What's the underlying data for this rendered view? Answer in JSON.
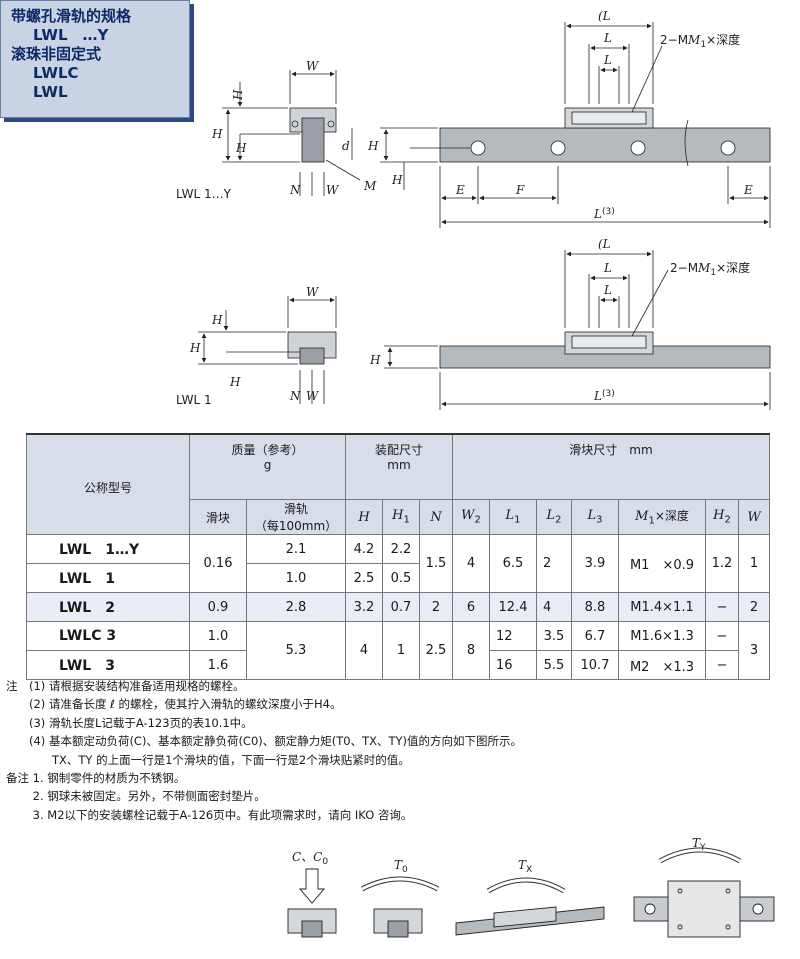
{
  "title": {
    "line1": "带螺孔滑轨的规格",
    "line2": "LWL　…Y",
    "line3": "滚珠非固定式",
    "line4": "LWLC",
    "line5": "LWL"
  },
  "drawing_top": {
    "label": "LWL 1…Y",
    "dims": {
      "W2": "W",
      "H2": "H",
      "H": "H",
      "H1": "H",
      "d3": "d",
      "N": "N",
      "W": "W",
      "M2": "M",
      "L1": "(L",
      "L3": "L",
      "L2": "L",
      "M1_note": "2−M",
      "M1_tail": "×深度",
      "H4": "H",
      "H5": "H",
      "E": "E",
      "F": "F",
      "L": "L",
      "L_sup": "(3)"
    }
  },
  "drawing_bottom": {
    "label": "LWL 1"
  },
  "table": {
    "header": {
      "model": "公称型号",
      "mass": "质量（参考）",
      "mass_unit": "g",
      "slider": "滑块",
      "rail": "滑轨",
      "rail_sub": "（每100mm）",
      "assembly": "装配尺寸",
      "assembly_unit": "mm",
      "block": "滑块尺寸　mm",
      "H": "H",
      "H1": "H",
      "H1s": "1",
      "N": "N",
      "W2": "W",
      "W2s": "2",
      "L1": "L",
      "L1s": "1",
      "L2": "L",
      "L2s": "2",
      "L3": "L",
      "L3s": "3",
      "M1": "M",
      "M1s": "1",
      "M1t": "×深度",
      "H2": "H",
      "H2s": "2",
      "W": "W"
    },
    "rows": [
      {
        "model": "LWL　1…Y",
        "slider": "0.16",
        "rail": "2.1",
        "H": "4.2",
        "H1": "2.2",
        "N": "1.5",
        "W2": "4",
        "L1": "6.5",
        "L2": "2",
        "L3": "3.9",
        "M1": "M1　×0.9",
        "H2": "1.2",
        "W": "1"
      },
      {
        "model": "LWL　1",
        "rail": "1.0",
        "H": "2.5",
        "H1": "0.5"
      },
      {
        "model": "LWL　2",
        "slider": "0.9",
        "rail": "2.8",
        "H": "3.2",
        "H1": "0.7",
        "N": "2",
        "W2": "6",
        "L1": "12.4",
        "L2": "4",
        "L3": "8.8",
        "M1": "M1.4×1.1",
        "H2": "−",
        "W": "2"
      },
      {
        "model": "LWLC 3",
        "slider": "1.0",
        "rail": "5.3",
        "H": "4",
        "H1": "1",
        "N": "2.5",
        "W2": "8",
        "L1": "12",
        "L2": "3.5",
        "L3": "6.7",
        "M1": "M1.6×1.3",
        "H2": "−",
        "W": "3"
      },
      {
        "model": "LWL　3",
        "slider": "1.6",
        "L1": "16",
        "L2": "5.5",
        "L3": "10.7",
        "M1": "M2　×1.3",
        "H2": "−"
      }
    ]
  },
  "notes": [
    "注　(1) 请根据安装结构准备适用规格的螺栓。",
    "　　(2) 请准备长度 ℓ 的螺栓，使其拧入滑轨的螺纹深度小于H4。",
    "　　(3) 滑轨长度L记载于A-123页的表10.1中。",
    "　　(4) 基本额定动负荷(C)、基本额定静负荷(C0)、额定静力矩(T0、TX、TY)值的方向如下图所示。",
    "　　　　TX、TY 的上面一行是1个滑块的值，下面一行是2个滑块贴紧时的值。",
    "备注 1. 钢制零件的材质为不锈钢。",
    "　　 2. 钢球未被固定。另外，不带侧面密封垫片。",
    "　　 3. M2以下的安装螺栓记载于A-126页中。有此项需求时，请向 IKO 咨询。"
  ],
  "load_diagram": {
    "c_label": "C、C",
    "c0_sub": "0",
    "t0": "T",
    "t0s": "0",
    "tx": "T",
    "txs": "X",
    "ty": "T",
    "tys": "Y"
  },
  "colors": {
    "title_bg": "#c9d3e3",
    "title_shadow": "#2b4a86",
    "header_bg": "#d7dee9",
    "rail": "#9aa0a6",
    "block": "#c8ccd0"
  }
}
